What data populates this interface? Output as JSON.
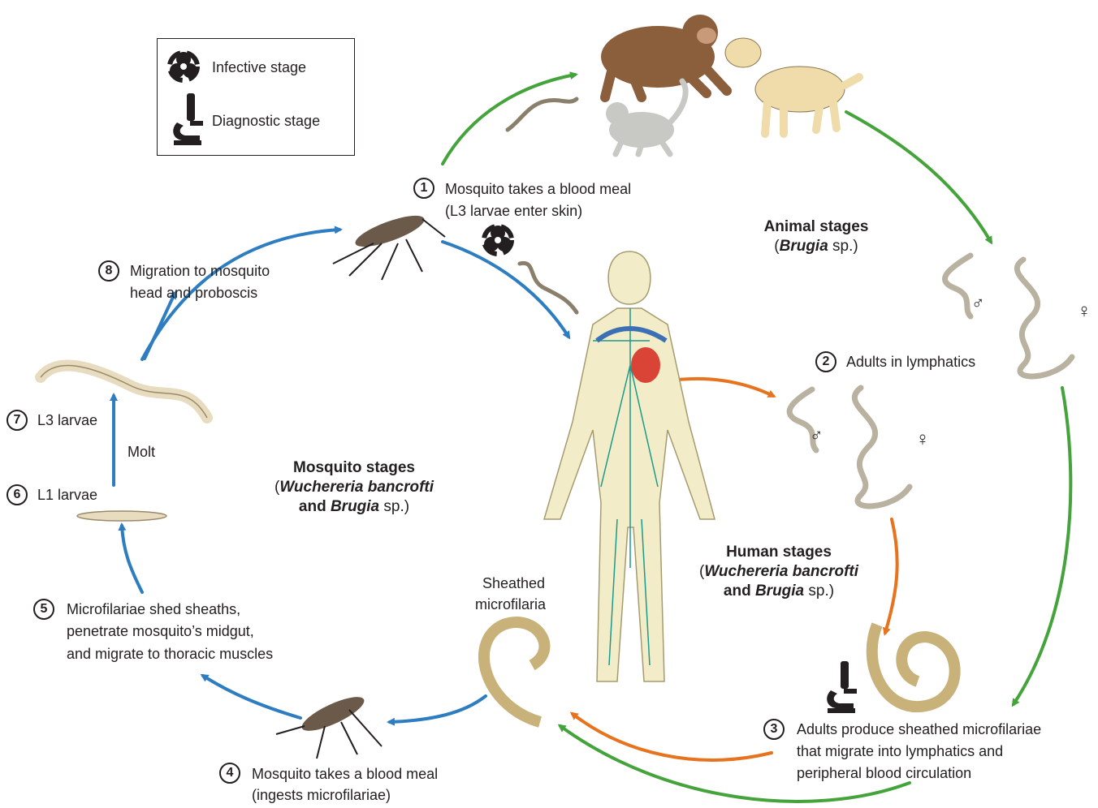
{
  "legend": {
    "infective_label": "Infective stage",
    "diagnostic_label": "Diagnostic stage"
  },
  "steps": [
    {
      "num": "1",
      "line1": "Mosquito takes a blood meal",
      "line2": "(L3 larvae enter skin)"
    },
    {
      "num": "2",
      "line1": "Adults in lymphatics"
    },
    {
      "num": "3",
      "line1": "Adults produce sheathed microfilariae",
      "line2": "that migrate into lymphatics and",
      "line3": "peripheral blood circulation"
    },
    {
      "num": "4",
      "line1": "Mosquito takes a blood meal",
      "line2": "(ingests microfilariae)"
    },
    {
      "num": "5",
      "line1": "Microfilariae shed sheaths,",
      "line2": "penetrate mosquito’s midgut,",
      "line3": "and migrate to thoracic muscles"
    },
    {
      "num": "6",
      "line1": "L1 larvae"
    },
    {
      "num": "7",
      "line1": "L3 larvae"
    },
    {
      "num": "8",
      "line1": "Migration to mosquito",
      "line2": "head and proboscis"
    }
  ],
  "molt_label": "Molt",
  "sheathed_label": {
    "line1": "Sheathed",
    "line2": "microfilaria"
  },
  "animal_stages": {
    "title": "Animal stages",
    "genus": "Brugia",
    "suffix": " sp.)",
    "prefix": "("
  },
  "human_stages": {
    "title": "Human stages",
    "species": "Wuchereria bancrofti",
    "and": "and ",
    "genus": "Brugia",
    "suffix": " sp.)",
    "prefix": "("
  },
  "mosquito_stages": {
    "title": "Mosquito stages",
    "species": "Wuchereria bancrofti",
    "and": "and ",
    "genus": "Brugia",
    "suffix": " sp.)",
    "prefix": "("
  },
  "sex_symbols": {
    "male": "♂",
    "female": "♀"
  },
  "colors": {
    "mosquito_arrows": "#2e7dc1",
    "human_arrows": "#e8731e",
    "animal_arrows": "#44a33a",
    "lymph": "#1a9a8a",
    "body": "#f2edc8"
  }
}
